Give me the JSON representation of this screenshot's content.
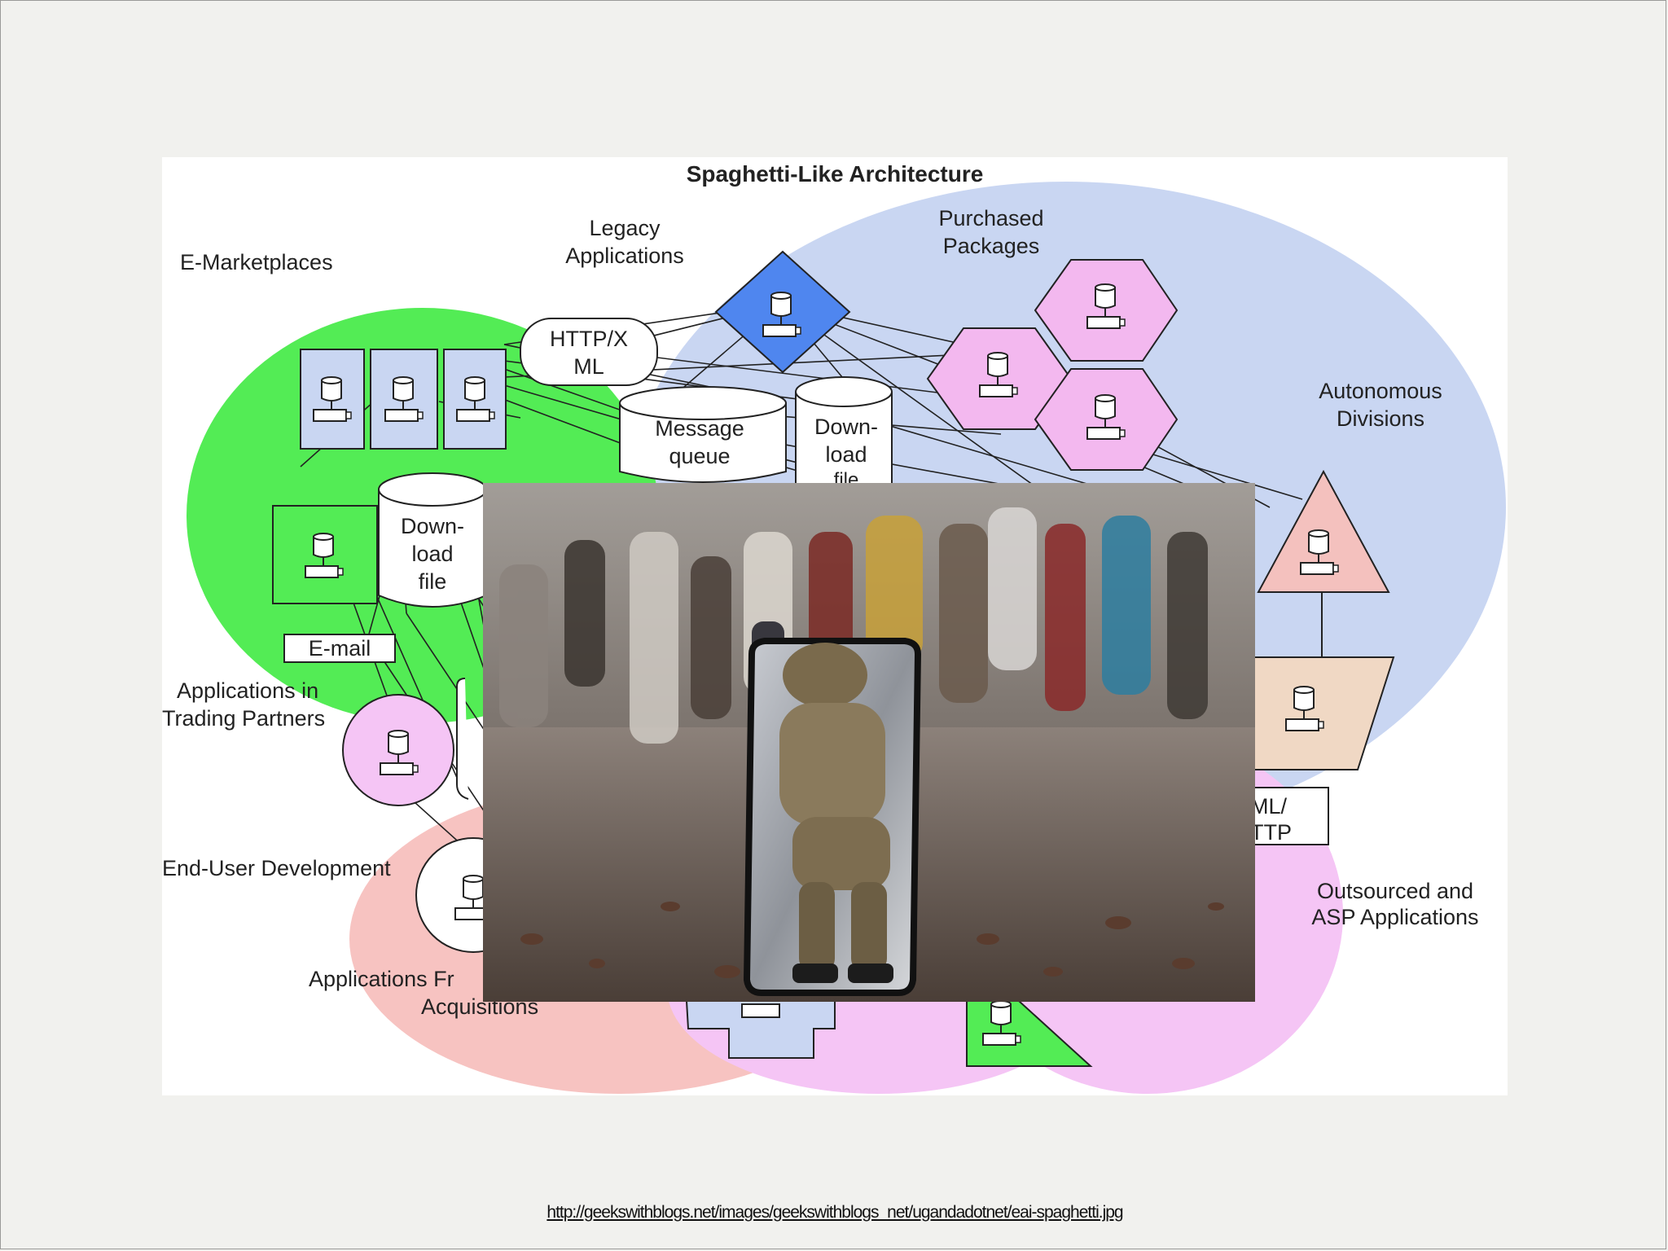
{
  "diagram": {
    "title": "Spaghetti-Like Architecture",
    "regions": {
      "e_marketplaces": "E-Marketplaces",
      "legacy": [
        "Legacy",
        "Applications"
      ],
      "purchased": [
        "Purchased",
        "Packages"
      ],
      "autonomous": [
        "Autonomous",
        "Divisions"
      ],
      "trading": [
        "Applications in",
        "Trading Partners"
      ],
      "end_user": "End-User Development",
      "acquisitions": [
        "Applications Fr",
        "Acquisitions"
      ],
      "outsourced": [
        "Outsourced and",
        "ASP Applications"
      ]
    },
    "nodes": {
      "http_xml": [
        "HTTP/X",
        "ML"
      ],
      "message_queue": [
        "Message",
        "queue"
      ],
      "download_center": [
        "Down-",
        "load",
        "file"
      ],
      "download_left": [
        "Down-",
        "load",
        "file"
      ],
      "email": "E-mail",
      "xml_http_right": [
        "ML/",
        "TTP"
      ]
    }
  },
  "colors": {
    "green_region": "#53ec55",
    "blue_region": "#c9d6f2",
    "pink_region": "#f7c3c1",
    "magenta_region": "#f5c5f5",
    "legacy_diamond": "#4f86ef",
    "hexagon_fill": "#f3b8ef",
    "triangle_fill": "#f4c1be",
    "parallelogram_fill": "#f0d8c4"
  },
  "source_url": "http://geekswithblogs.net/images/geekswithblogs_net/ugandadotnet/eai-spaghetti.jpg"
}
